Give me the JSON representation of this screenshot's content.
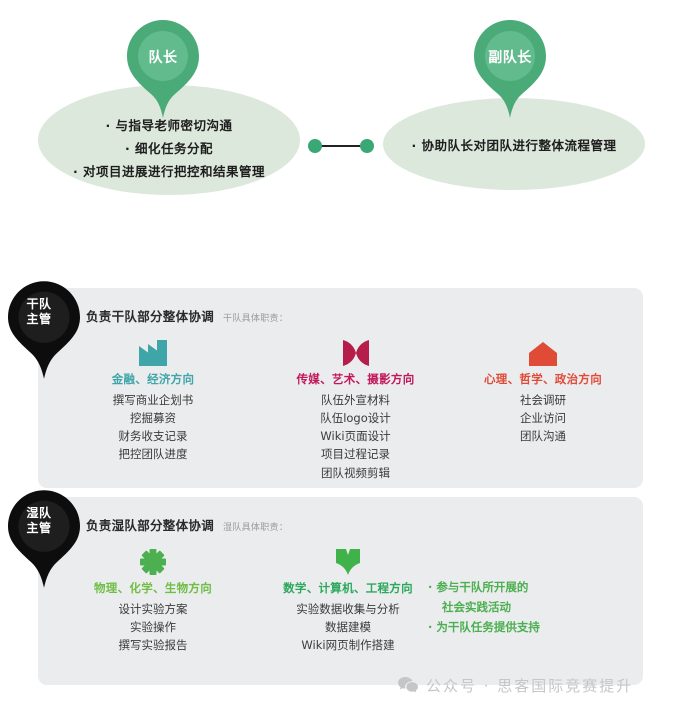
{
  "leadership": {
    "captain": {
      "pin_label": "队长",
      "pin_color": "#4aab78",
      "pin_inner_color": "#62bb8c",
      "bubble_color": "#dde8dc",
      "duties": [
        "· 与指导老师密切沟通",
        "· 细化任务分配",
        "· 对项目进展进行把控和结果管理"
      ]
    },
    "vice_captain": {
      "pin_label": "副队长",
      "pin_color": "#4aab78",
      "pin_inner_color": "#62bb8c",
      "bubble_color": "#dde8dc",
      "duties": [
        "· 协助队长对团队进行整体流程管理"
      ]
    },
    "connector": {
      "dot_color": "#3aa874",
      "bar_color": "#222222",
      "icon": "link-connector-icon"
    }
  },
  "sections": [
    {
      "id": "dry-team",
      "pin_label_lines": [
        "干队",
        "主管"
      ],
      "pin_color": "#0d0d0d",
      "title": "负责干队部分整体协调",
      "subtitle": "干队具体职责：",
      "columns": [
        {
          "icon": "factory-icon",
          "icon_color": "#3fa5a8",
          "heading": "金融、经济方向",
          "heading_color": "#3fa5a8",
          "items": [
            "撰写商业企划书",
            "挖掘募资",
            "财务收支记录",
            "把控团队进度"
          ]
        },
        {
          "icon": "bowtie-icon",
          "icon_color": "#b51d4a",
          "heading": "传媒、艺术、摄影方向",
          "heading_color": "#c2185b",
          "items": [
            "队伍外宣材料",
            "队伍logo设计",
            "Wiki页面设计",
            "项目过程记录",
            "团队视频剪辑"
          ]
        },
        {
          "icon": "house-icon",
          "icon_color": "#e04b37",
          "heading": "心理、哲学、政治方向",
          "heading_color": "#e04b37",
          "items": [
            "社会调研",
            "企业访问",
            "团队沟通"
          ]
        }
      ]
    },
    {
      "id": "wet-team",
      "pin_label_lines": [
        "湿队",
        "主管"
      ],
      "pin_color": "#0d0d0d",
      "title": "负责湿队部分整体协调",
      "subtitle": "湿队具体职责：",
      "columns": [
        {
          "icon": "gear-flower-icon",
          "icon_color": "#4caf50",
          "heading": "物理、化学、生物方向",
          "heading_color": "#6fbe44",
          "items": [
            "设计实验方案",
            "实验操作",
            "撰写实验报告"
          ]
        },
        {
          "icon": "open-book-icon",
          "icon_color": "#3fb24a",
          "heading": "数学、计算机、工程方向",
          "heading_color": "#2aa85c",
          "items": [
            "实验数据收集与分析",
            "数据建模",
            "Wiki网页制作搭建"
          ]
        },
        {
          "icon": "none",
          "icon_color": "#4caf50",
          "heading": "",
          "heading_color": "#4caf50",
          "notes": [
            "· 参与干队所开展的",
            "社会实践活动",
            "· 为干队任务提供支持"
          ]
        }
      ]
    }
  ],
  "watermark": {
    "icon": "wechat-icon",
    "text": "公众号 · 思客国际竞赛提升",
    "color": "#c2c4c6"
  }
}
